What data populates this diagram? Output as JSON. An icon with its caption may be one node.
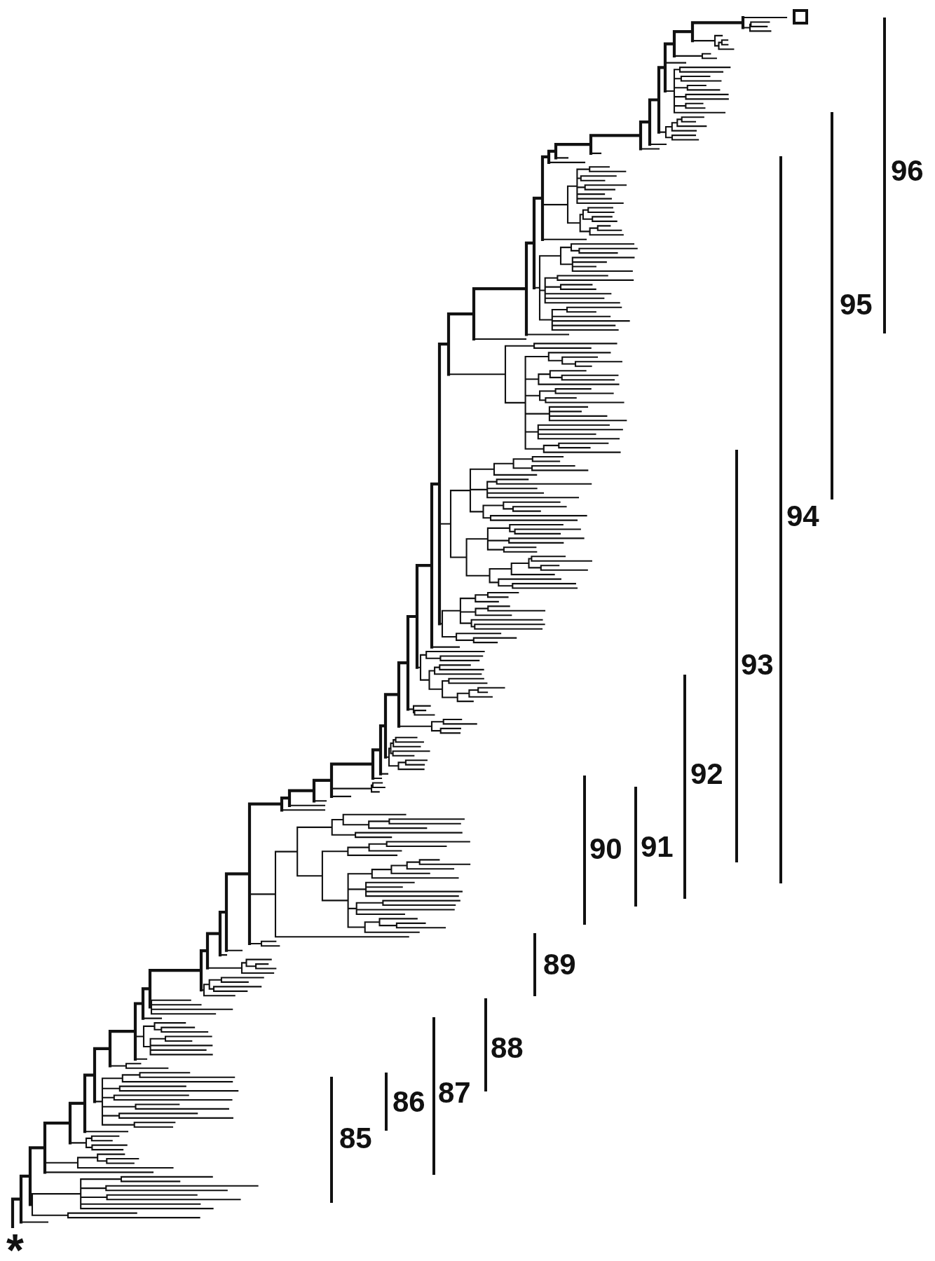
{
  "diagram": {
    "labels": [
      "96",
      "95",
      "94",
      "93",
      "92",
      "90",
      "91",
      "89",
      "88",
      "87",
      "86",
      "85",
      "*"
    ]
  }
}
